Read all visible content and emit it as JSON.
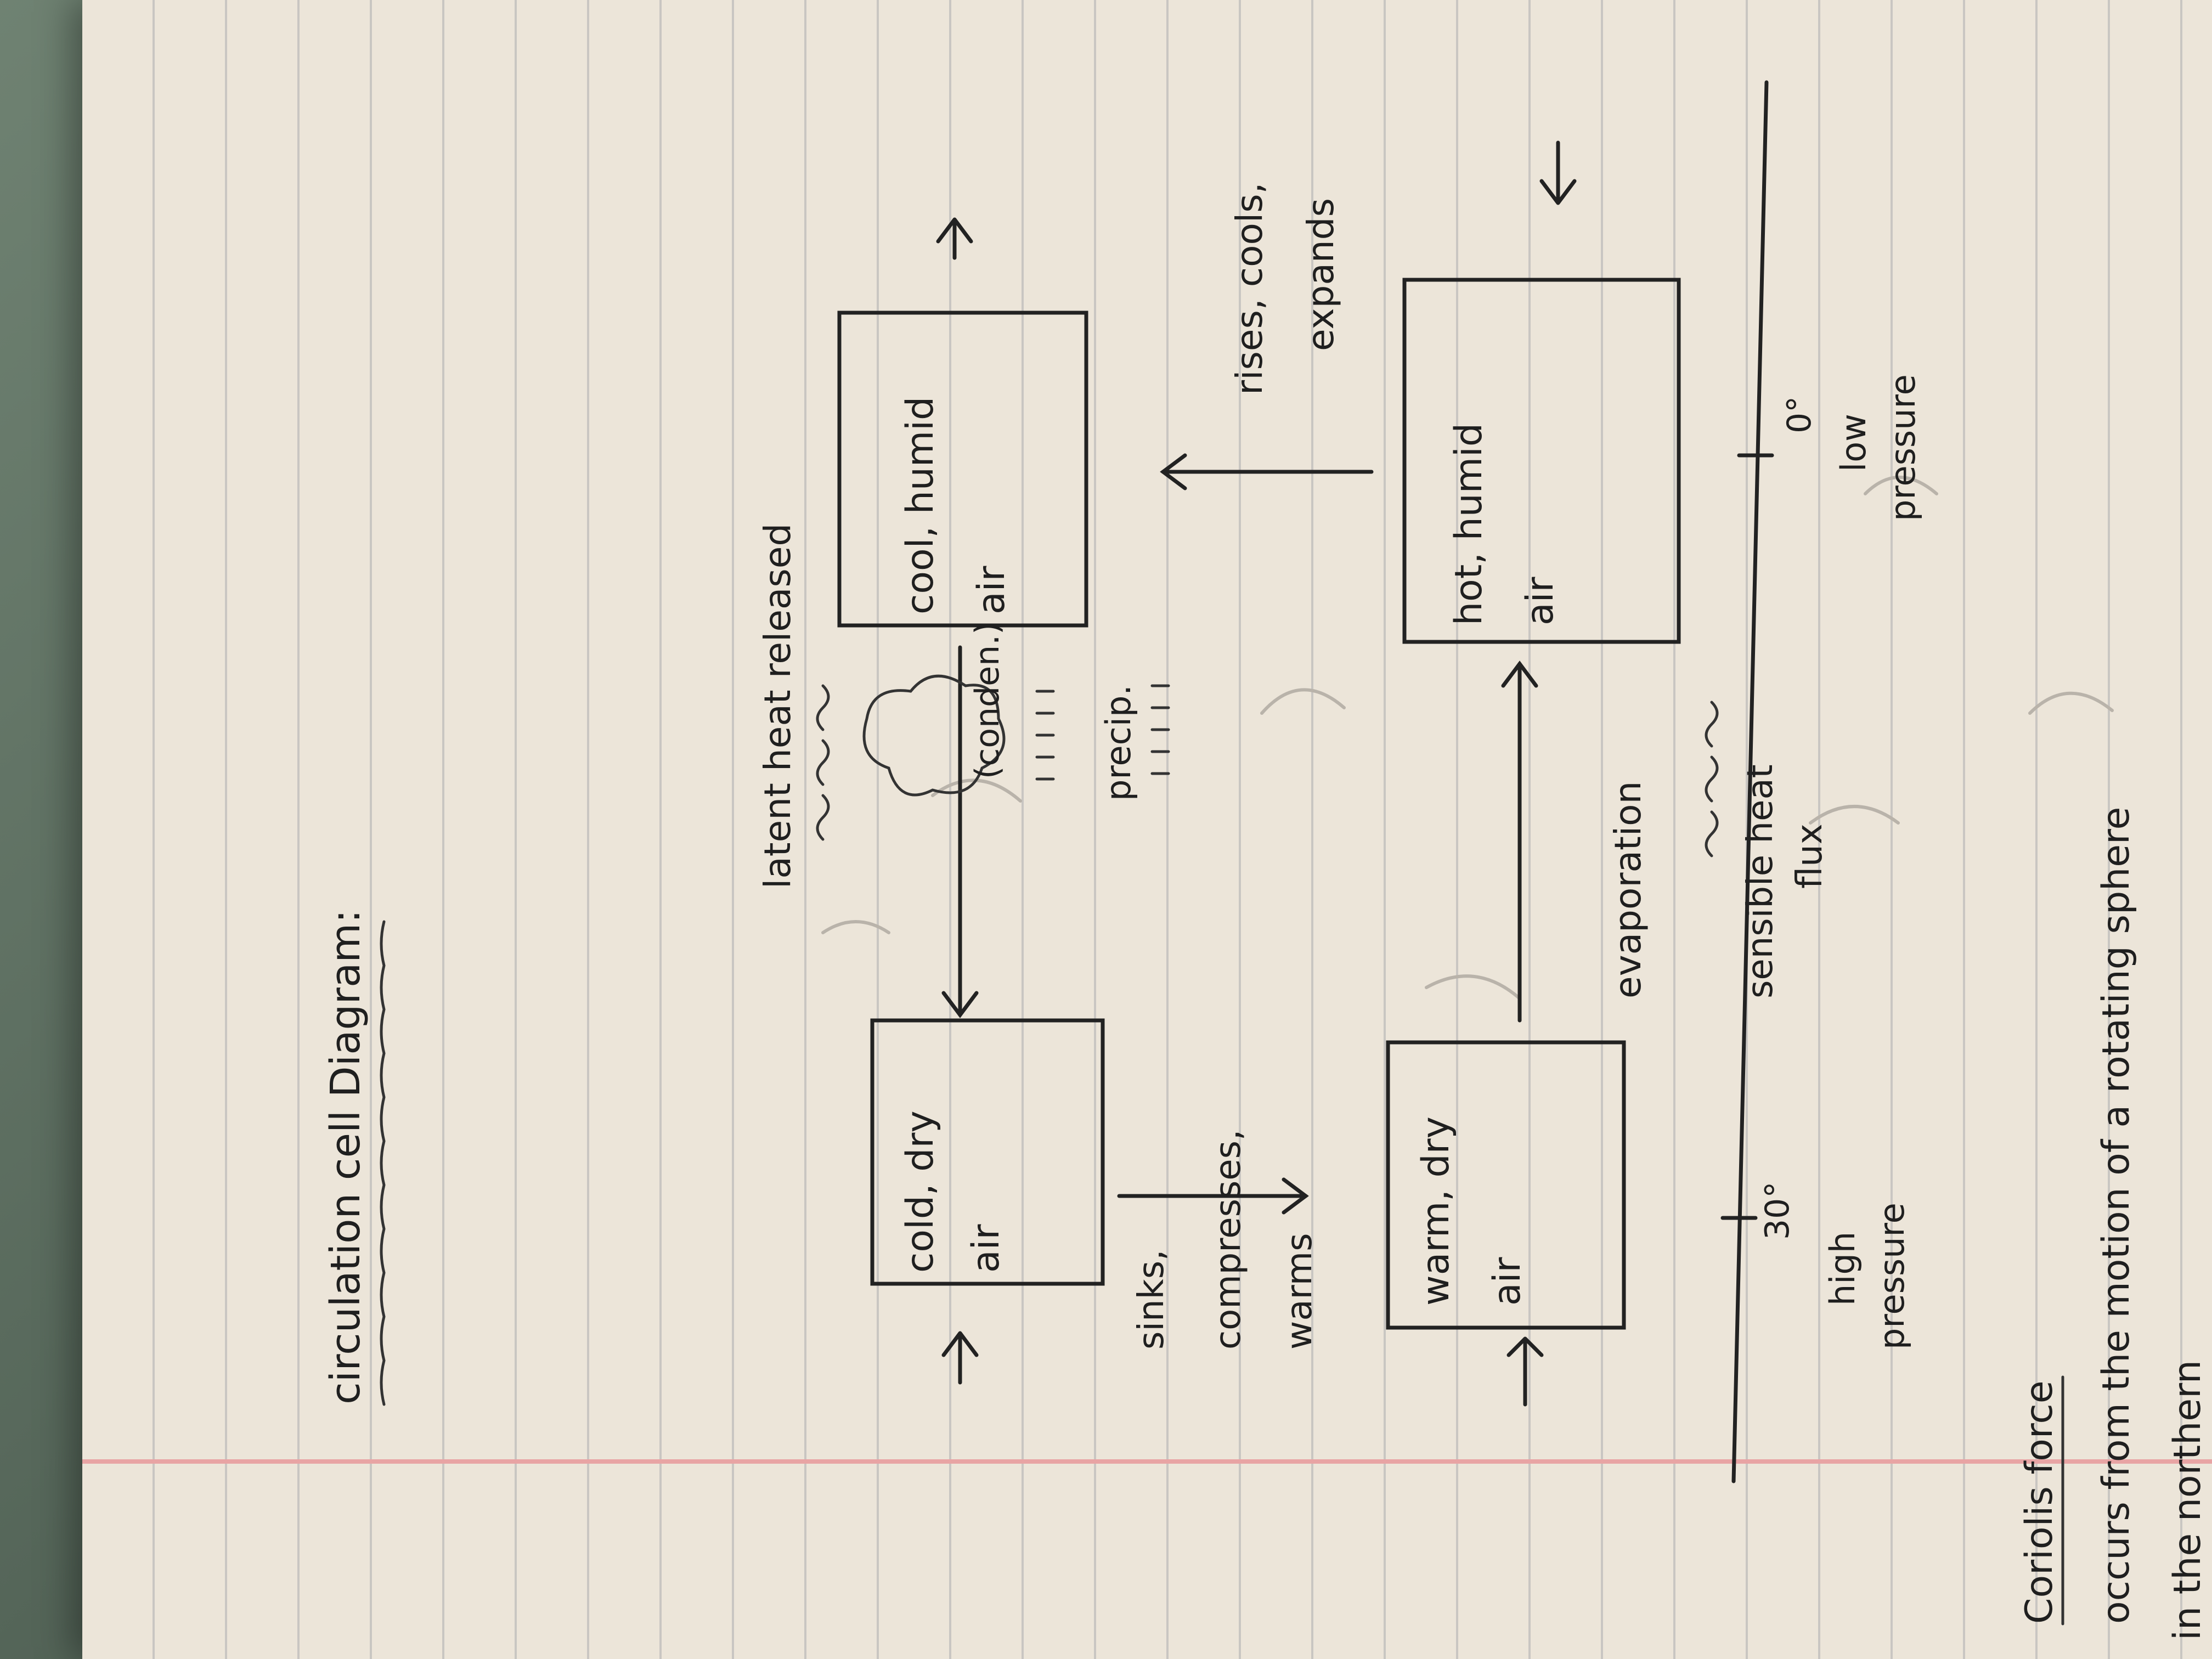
{
  "heading": "circulation cell Diagram:",
  "boxes": {
    "cold_dry": [
      "cold, dry",
      "air"
    ],
    "cool_humid": [
      "cool, humid",
      "air"
    ],
    "warm_dry": [
      "warm, dry",
      "air"
    ],
    "hot_humid": [
      "hot, humid",
      "air"
    ]
  },
  "labels": {
    "latent_heat": "latent heat released",
    "condens": "(conden.)",
    "precip": "precip.",
    "rises": [
      "rises, cools,",
      "expands"
    ],
    "sinks": [
      "sinks,",
      "compresses,",
      "warms"
    ],
    "evaporation": "evaporation",
    "sensible": [
      "sensible heat",
      "flux"
    ],
    "lat_30": "30°",
    "lat_0": "0°",
    "high_pressure": [
      "high",
      "pressure"
    ],
    "low_pressure": [
      "low",
      "pressure"
    ]
  },
  "coriolis": {
    "title": "Coriolis force",
    "line1": "occurs from the motion of a rotating sphere",
    "line2": "in the northern"
  },
  "colors": {
    "paper": "#ece5d9",
    "ink": "#222222",
    "margin_line": "#e8a4a4",
    "ruled_line": "#c9c6c2"
  }
}
